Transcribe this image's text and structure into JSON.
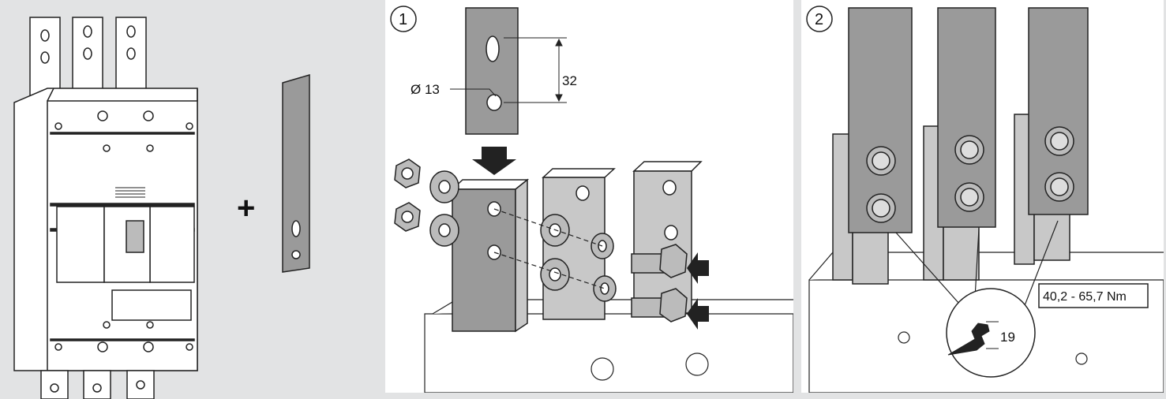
{
  "steps": {
    "step1": {
      "number": "1",
      "slot_diameter": "Ø 13",
      "hole_spacing": "32"
    },
    "step2": {
      "number": "2",
      "torque": "40,2 - 65,7 Nm",
      "wrench_size": "19"
    }
  },
  "overview": {
    "plus_sign": "+"
  }
}
